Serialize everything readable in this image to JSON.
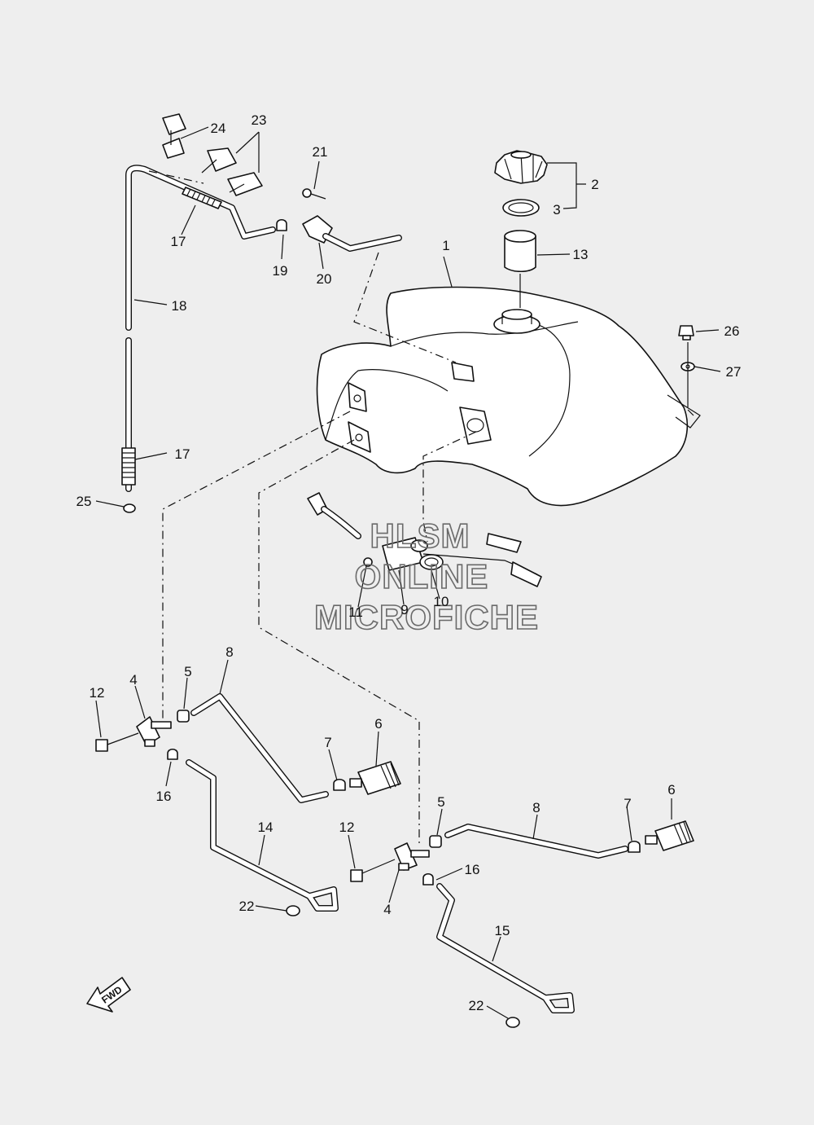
{
  "diagram": {
    "callouts": [
      {
        "id": "c1",
        "label": "1"
      },
      {
        "id": "c2",
        "label": "2"
      },
      {
        "id": "c3",
        "label": "3"
      },
      {
        "id": "c4a",
        "label": "4"
      },
      {
        "id": "c4b",
        "label": "4"
      },
      {
        "id": "c5a",
        "label": "5"
      },
      {
        "id": "c5b",
        "label": "5"
      },
      {
        "id": "c6a",
        "label": "6"
      },
      {
        "id": "c6b",
        "label": "6"
      },
      {
        "id": "c7a",
        "label": "7"
      },
      {
        "id": "c7b",
        "label": "7"
      },
      {
        "id": "c8a",
        "label": "8"
      },
      {
        "id": "c8b",
        "label": "8"
      },
      {
        "id": "c9",
        "label": "9"
      },
      {
        "id": "c10",
        "label": "10"
      },
      {
        "id": "c11",
        "label": "11"
      },
      {
        "id": "c12a",
        "label": "12"
      },
      {
        "id": "c12b",
        "label": "12"
      },
      {
        "id": "c13",
        "label": "13"
      },
      {
        "id": "c14",
        "label": "14"
      },
      {
        "id": "c15",
        "label": "15"
      },
      {
        "id": "c16a",
        "label": "16"
      },
      {
        "id": "c16b",
        "label": "16"
      },
      {
        "id": "c17a",
        "label": "17"
      },
      {
        "id": "c17b",
        "label": "17"
      },
      {
        "id": "c18",
        "label": "18"
      },
      {
        "id": "c19",
        "label": "19"
      },
      {
        "id": "c20",
        "label": "20"
      },
      {
        "id": "c21",
        "label": "21"
      },
      {
        "id": "c22a",
        "label": "22"
      },
      {
        "id": "c22b",
        "label": "22"
      },
      {
        "id": "c23",
        "label": "23"
      },
      {
        "id": "c24",
        "label": "24"
      },
      {
        "id": "c25",
        "label": "25"
      },
      {
        "id": "c26",
        "label": "26"
      },
      {
        "id": "c27",
        "label": "27"
      }
    ],
    "watermark": [
      "HLSM",
      "ONLINE",
      "MICROFICHE"
    ],
    "forward_arrow": "FWD"
  }
}
